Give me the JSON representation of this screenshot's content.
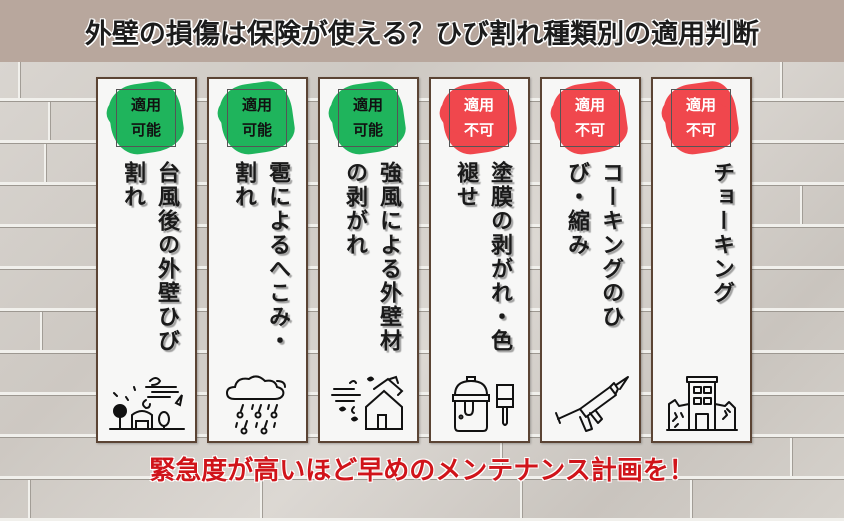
{
  "header": {
    "title": "外壁の損傷は保険が使える？ひび割れ種類別の適用判断"
  },
  "colors": {
    "header_bg": "#b8a79d",
    "applicable": "#1fb45c",
    "not_applicable": "#f0474d",
    "card_border": "#5b4434",
    "footer_text": "#d0141a"
  },
  "cards": [
    {
      "status": "applicable",
      "badge_line1": "適用",
      "badge_line2": "可能",
      "label": "台風後の外壁ひび割れ",
      "icon": "typhoon-house-icon"
    },
    {
      "status": "applicable",
      "badge_line1": "適用",
      "badge_line2": "可能",
      "label": "雹によるへこみ・割れ",
      "icon": "hail-cloud-icon"
    },
    {
      "status": "applicable",
      "badge_line1": "適用",
      "badge_line2": "可能",
      "label": "強風による外壁材の剥がれ",
      "icon": "wind-roof-damage-icon"
    },
    {
      "status": "not_applicable",
      "badge_line1": "適用",
      "badge_line2": "不可",
      "label": "塗膜の剥がれ・色褪せ",
      "icon": "paint-can-brush-icon"
    },
    {
      "status": "not_applicable",
      "badge_line1": "適用",
      "badge_line2": "不可",
      "label": "コーキングのひび・縮み",
      "icon": "caulking-gun-icon"
    },
    {
      "status": "not_applicable",
      "badge_line1": "適用",
      "badge_line2": "不可",
      "label": "チョーキング",
      "icon": "deteriorated-building-icon"
    }
  ],
  "footer": {
    "message": "緊急度が高いほど早めのメンテナンス計画を！"
  }
}
